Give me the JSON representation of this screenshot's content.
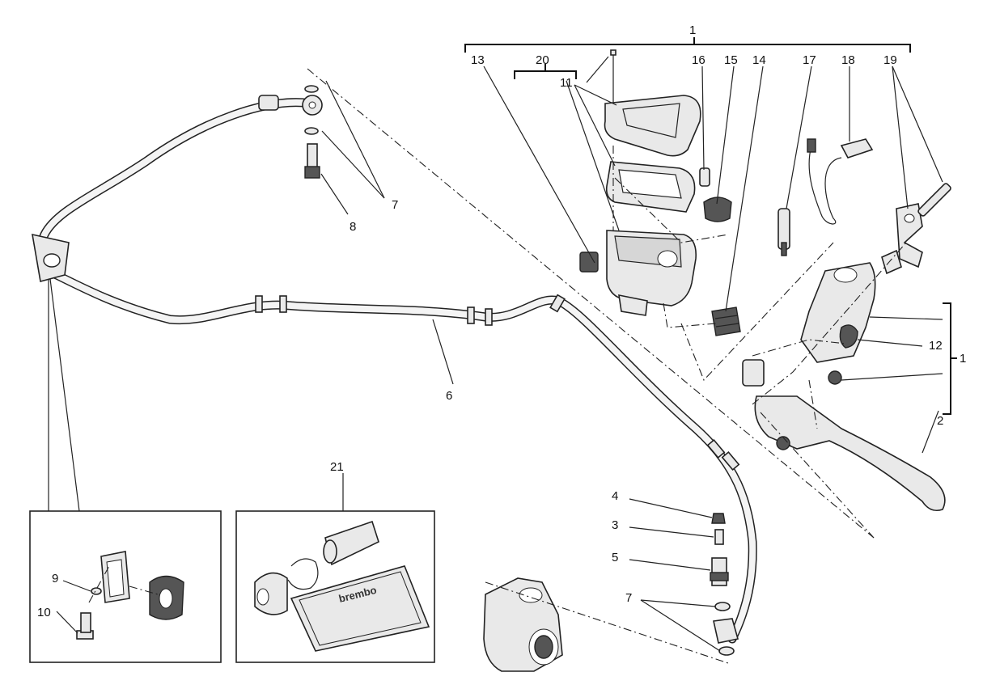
{
  "callouts": {
    "c1_top": "1",
    "c13": "13",
    "c20": "20",
    "c11": "11",
    "c16": "16",
    "c15": "15",
    "c14": "14",
    "c17": "17",
    "c18": "18",
    "c19": "19",
    "c7_top": "7",
    "c8": "8",
    "c6": "6",
    "c12": "12",
    "c1_right": "1",
    "c2": "2",
    "c4": "4",
    "c3": "3",
    "c5": "5",
    "c7_bottom": "7",
    "c21": "21",
    "c9": "9",
    "c10": "10"
  }
}
